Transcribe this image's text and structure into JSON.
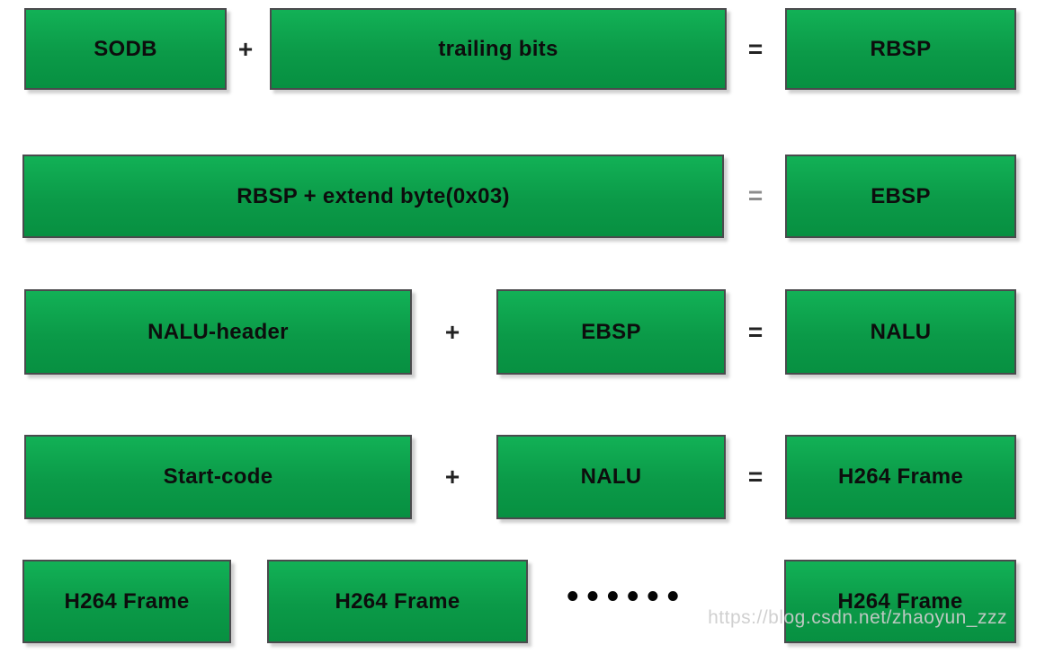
{
  "diagram": {
    "title_semantics": "H.264 bitstream composition diagram",
    "row1": {
      "box1": "SODB",
      "op1": "+",
      "box2": "trailing bits",
      "op2": "=",
      "box3": "RBSP"
    },
    "row2": {
      "box1": "RBSP + extend byte(0x03)",
      "op2": "=",
      "box3": "EBSP"
    },
    "row3": {
      "box1": "NALU-header",
      "op1": "+",
      "box2": "EBSP",
      "op2": "=",
      "box3": "NALU"
    },
    "row4": {
      "box1": "Start-code",
      "op1": "+",
      "box2": "NALU",
      "op2": "=",
      "box3": "H264 Frame"
    },
    "row5": {
      "box1": "H264 Frame",
      "box2": "H264 Frame",
      "dots": "••••••",
      "box3": "H264 Frame"
    }
  },
  "colors": {
    "box_gradient_top": "#12B156",
    "box_gradient_bottom": "#079041",
    "box_border": "#4A4A4D",
    "label_text": "#0D0D0D",
    "operator_dark": "#222222",
    "operator_gray": "#8C8C8C",
    "watermark_gray": "#CDCDCD"
  },
  "watermark": {
    "text": "https://blog.csdn.net/zhaoyun_zzz"
  }
}
